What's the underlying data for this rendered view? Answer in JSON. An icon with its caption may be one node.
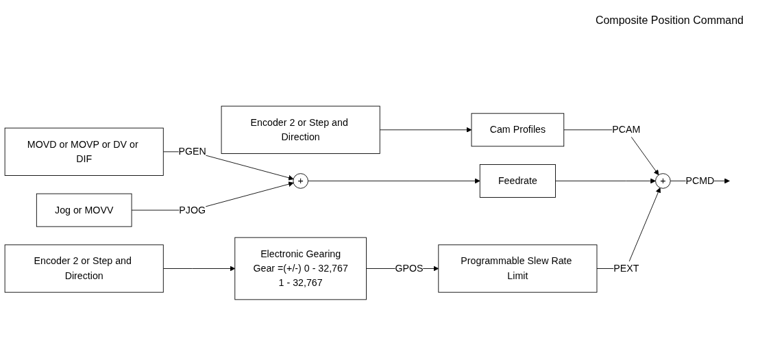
{
  "diagram": {
    "nodes": [
      {
        "text": [
          "Encoder 2 or Step and Direction"
        ]
      },
      {
        "text": [
          "Cam Profiles"
        ]
      },
      {
        "text": [
          "MOVD or MOVP or DV or DIF"
        ]
      },
      {
        "text": [
          "Jog or MOVV"
        ]
      },
      {
        "text": [
          "+"
        ]
      },
      {
        "text": [
          "Feedrate"
        ]
      },
      {
        "text": [
          "+"
        ]
      },
      {
        "text": [
          "Encoder 2 or Step and Direction"
        ]
      },
      {
        "text": [
          "Electronic Gearing",
          "Gear =(+/-) 0 - 32,767",
          "1 - 32,767"
        ]
      },
      {
        "text": [
          "Programmable Slew Rate Limit"
        ]
      }
    ],
    "edges": [
      {
        "from": 0,
        "to": 1,
        "arrow": "to"
      },
      {
        "from": 1,
        "to": 6,
        "arrow": "to",
        "label": "PCAM"
      },
      {
        "from": 2,
        "to": 4,
        "arrow": "to",
        "label": "PGEN"
      },
      {
        "from": 3,
        "to": 4,
        "arrow": "to",
        "label": "PJOG"
      },
      {
        "from": 4,
        "to": 5,
        "arrow": "to"
      },
      {
        "from": 5,
        "to": 6,
        "arrow": "to"
      },
      {
        "from": 7,
        "to": 8,
        "arrow": "to"
      },
      {
        "from": 8,
        "to": 9,
        "arrow": "to",
        "label": "GPOS"
      },
      {
        "from": 9,
        "to": 6,
        "arrow": "to",
        "label": "PEXT"
      },
      {
        "from": 6,
        "to": null,
        "arrow": "to",
        "label": "PCMD"
      }
    ],
    "labels": [
      "Composite Position Command"
    ]
  }
}
